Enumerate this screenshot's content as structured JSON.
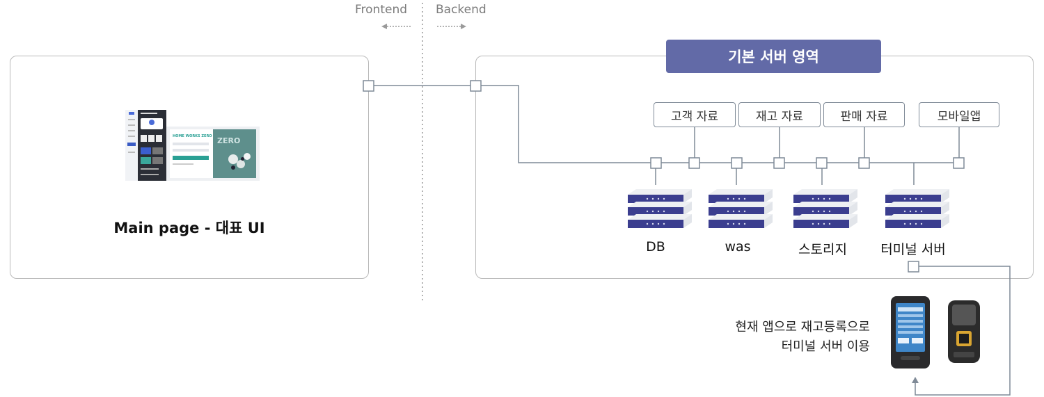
{
  "split": {
    "frontend": "Frontend",
    "backend": "Backend"
  },
  "frontend": {
    "title": "Main page - 대표 UI",
    "thumb": {
      "card_title": "HOME WORKS ZERO",
      "brand": "ZERO"
    }
  },
  "backend": {
    "title": "기본 서버 영역",
    "tags": [
      "고객 자료",
      "재고 자료",
      "판매 자료",
      "모바일앱"
    ],
    "servers": [
      "DB",
      "was",
      "스토리지",
      "터미널 서버"
    ]
  },
  "note": {
    "line1": "현재 앱으로 재고등록으로",
    "line2": "터미널 서버 이용"
  },
  "colors": {
    "accent": "#626aa7",
    "line": "#7f8a97",
    "server": "#3b3e8f"
  }
}
